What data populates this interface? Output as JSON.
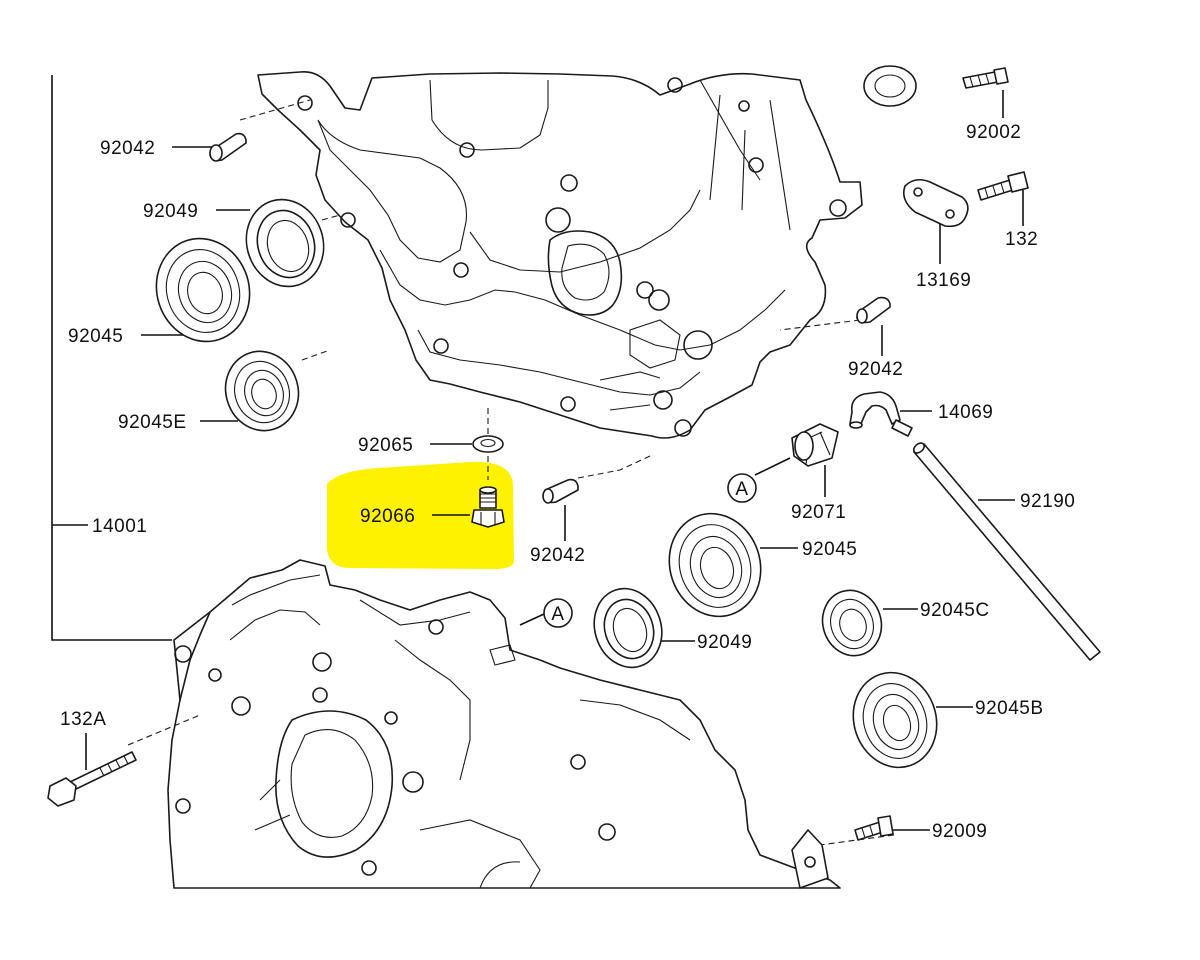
{
  "diagram": {
    "parts": [
      {
        "id": "p-92042-top",
        "number": "92042"
      },
      {
        "id": "p-92049-top",
        "number": "92049"
      },
      {
        "id": "p-92045-top",
        "number": "92045"
      },
      {
        "id": "p-92045E",
        "number": "92045E"
      },
      {
        "id": "p-14001",
        "number": "14001"
      },
      {
        "id": "p-92065",
        "number": "92065"
      },
      {
        "id": "p-92066",
        "number": "92066"
      },
      {
        "id": "p-92042-mid",
        "number": "92042"
      },
      {
        "id": "p-92002",
        "number": "92002"
      },
      {
        "id": "p-132",
        "number": "132"
      },
      {
        "id": "p-13169",
        "number": "13169"
      },
      {
        "id": "p-92042-right",
        "number": "92042"
      },
      {
        "id": "p-14069",
        "number": "14069"
      },
      {
        "id": "p-92071",
        "number": "92071"
      },
      {
        "id": "p-92190",
        "number": "92190"
      },
      {
        "id": "p-92045-right",
        "number": "92045"
      },
      {
        "id": "p-92049-bottom",
        "number": "92049"
      },
      {
        "id": "p-92045C",
        "number": "92045C"
      },
      {
        "id": "p-92045B",
        "number": "92045B"
      },
      {
        "id": "p-132A",
        "number": "132A"
      },
      {
        "id": "p-92009",
        "number": "92009"
      }
    ],
    "reference_markers": [
      {
        "id": "ref-a-upper",
        "letter": "A"
      },
      {
        "id": "ref-a-lower",
        "letter": "A"
      }
    ],
    "highlight": {
      "part": "92066",
      "color": "#fff200"
    }
  }
}
